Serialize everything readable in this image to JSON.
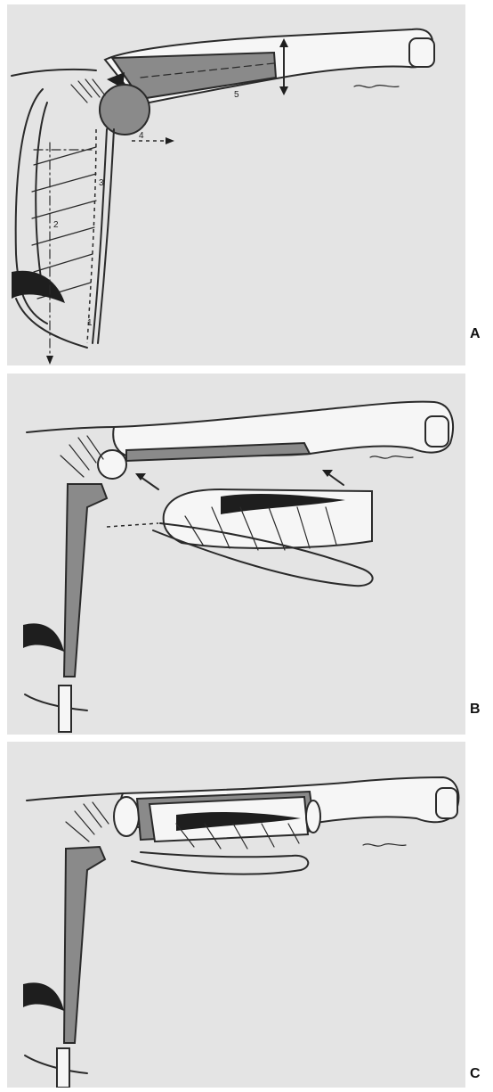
{
  "figure": {
    "panels": [
      {
        "id": "A",
        "label": "A"
      },
      {
        "id": "B",
        "label": "B"
      },
      {
        "id": "C",
        "label": "C"
      }
    ],
    "callouts_panel_a": [
      "1",
      "2",
      "3",
      "4",
      "5"
    ],
    "colors": {
      "background": "#e4e4e4",
      "ink": "#2a2a2a",
      "shade": "#8a8a8a"
    }
  }
}
